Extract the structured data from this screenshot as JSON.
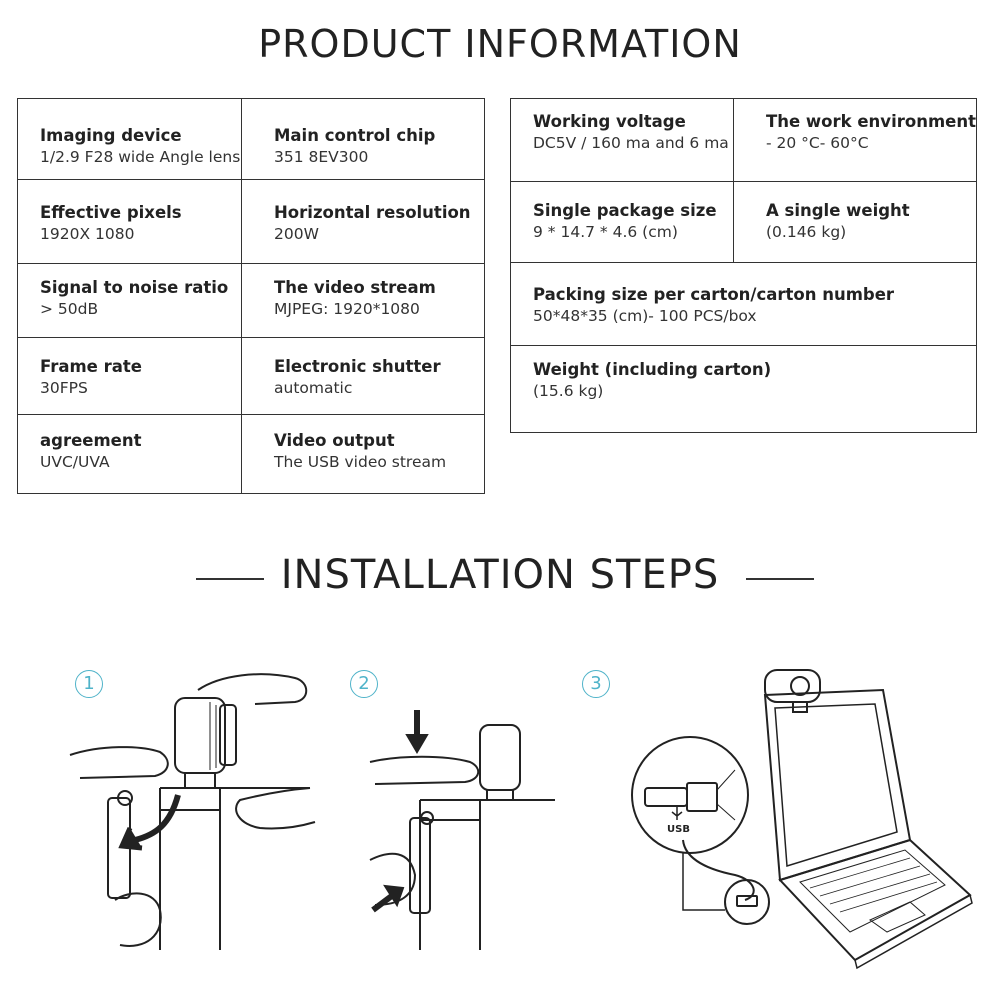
{
  "product_info_title": "PRODUCT INFORMATION",
  "installation_title": "INSTALLATION STEPS",
  "spec_table_left": [
    [
      {
        "label": "Imaging device",
        "value": "1/2.9 F28 wide Angle lens"
      },
      {
        "label": "Main control chip",
        "value": "351 8EV300"
      }
    ],
    [
      {
        "label": "Effective pixels",
        "value": "1920X 1080"
      },
      {
        "label": "Horizontal resolution",
        "value": "200W"
      }
    ],
    [
      {
        "label": "Signal to noise ratio",
        "value": "> 50dB"
      },
      {
        "label": "The video stream",
        "value": "MJPEG: 1920*1080"
      }
    ],
    [
      {
        "label": "Frame rate",
        "value": "30FPS"
      },
      {
        "label": "Electronic shutter",
        "value": "automatic"
      }
    ],
    [
      {
        "label": "agreement",
        "value": "UVC/UVA"
      },
      {
        "label": "Video output",
        "value": "The USB video stream"
      }
    ]
  ],
  "spec_table_right": {
    "row1": [
      {
        "label": "Working voltage",
        "value": "DC5V / 160 ma and 6 ma"
      },
      {
        "label": "The work environment",
        "value": "- 20 °C- 60°C"
      }
    ],
    "row2": [
      {
        "label": "Single package size",
        "value": "9 * 14.7 * 4.6 (cm)"
      },
      {
        "label": "A single weight",
        "value": "(0.146 kg)"
      }
    ],
    "row3": {
      "label": "Packing size per carton/carton number",
      "value": "50*48*35 (cm)- 100 PCS/box"
    },
    "row4": {
      "label": "Weight (including carton)",
      "value": "(15.6 kg)"
    }
  },
  "steps": [
    {
      "number": "1"
    },
    {
      "number": "2"
    },
    {
      "number": "3",
      "usb_label": "USB"
    }
  ],
  "colors": {
    "accent": "#4fb3c9",
    "line": "#333333",
    "text": "#222222"
  }
}
